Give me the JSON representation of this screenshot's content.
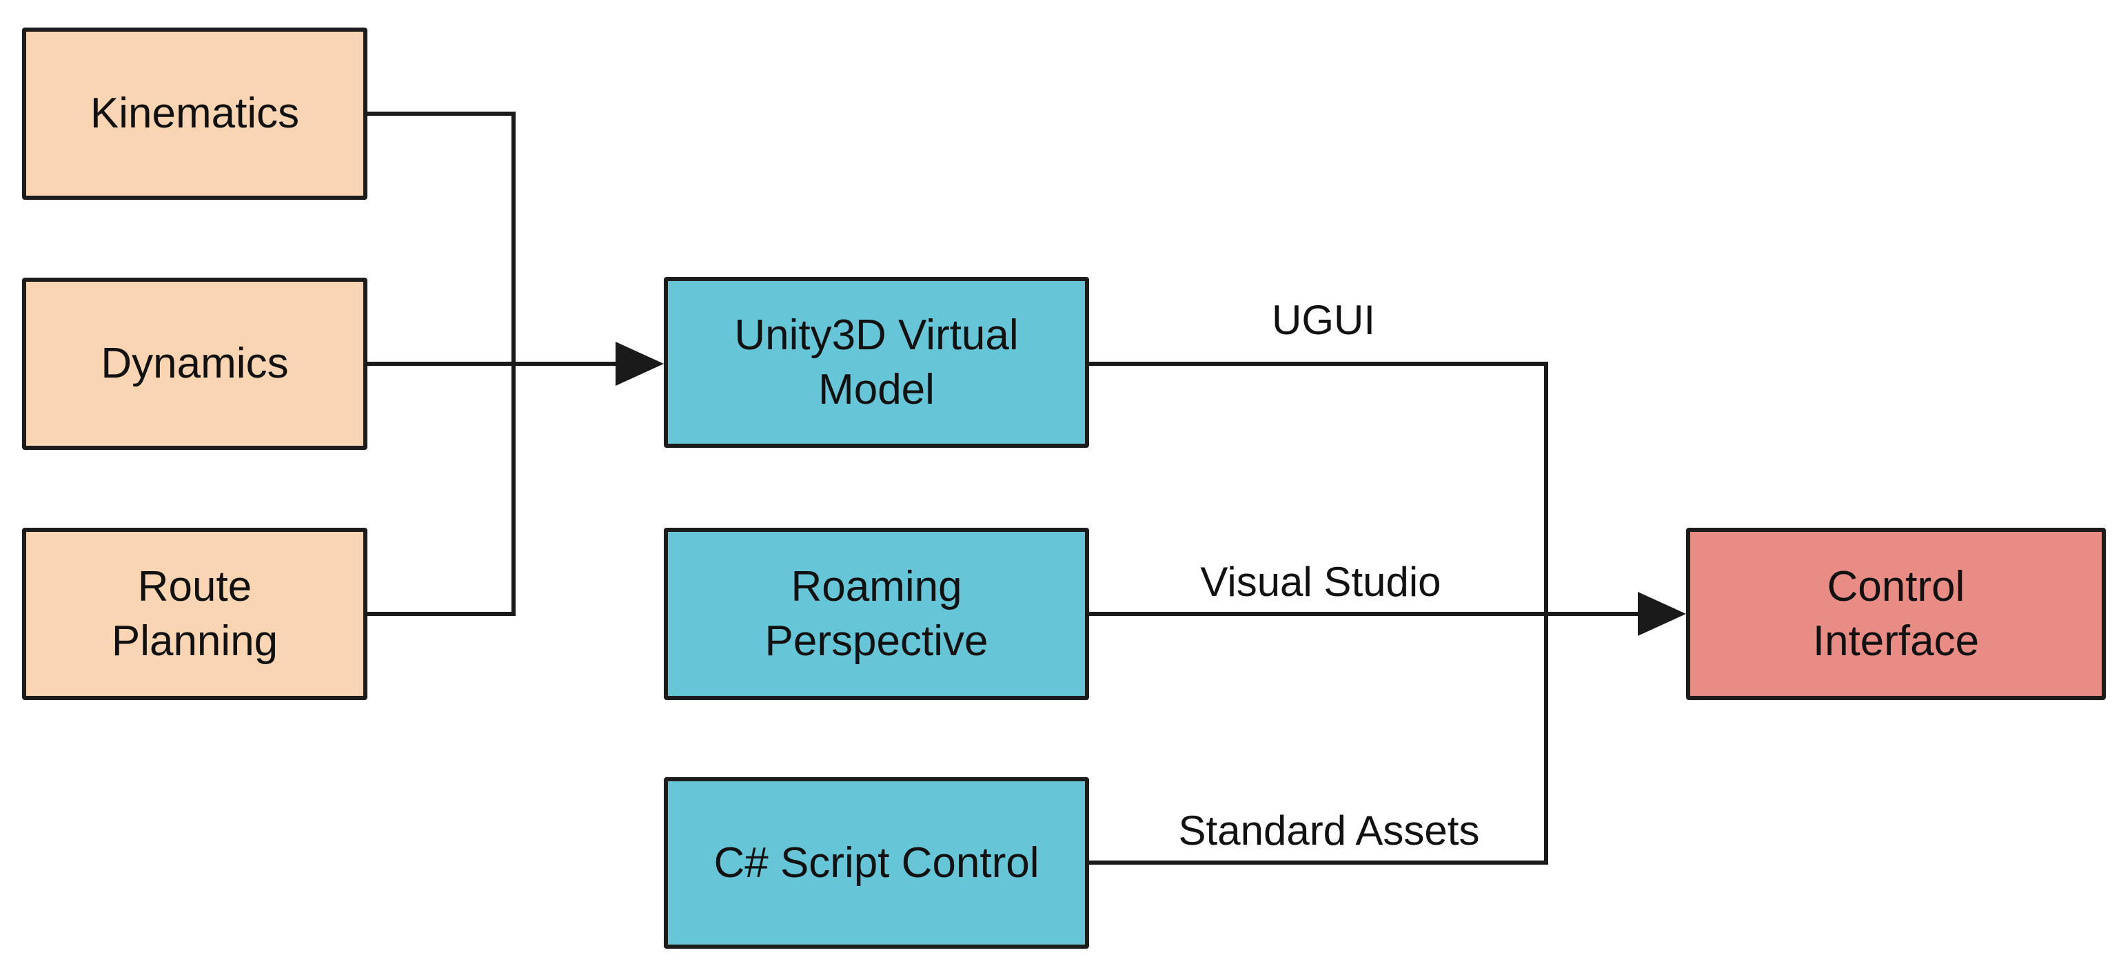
{
  "diagram": {
    "type": "flowchart",
    "colors": {
      "input_fill": "#FAD5B4",
      "engine_fill": "#66C5D6",
      "output_fill": "#E98C86",
      "line": "#1A1A1A",
      "text": "#111111",
      "background": "#FFFFFF"
    },
    "nodes": [
      {
        "id": "kinematics",
        "label": "Kinematics",
        "group": "input"
      },
      {
        "id": "dynamics",
        "label": "Dynamics",
        "group": "input"
      },
      {
        "id": "route-planning",
        "label": "Route Planning",
        "group": "input"
      },
      {
        "id": "unity3d-virtual-model",
        "label": "Unity3D Virtual Model",
        "group": "engine"
      },
      {
        "id": "roaming-perspective",
        "label": "Roaming Perspective",
        "group": "engine"
      },
      {
        "id": "csharp-script-control",
        "label": "C# Script Control",
        "group": "engine"
      },
      {
        "id": "control-interface",
        "label": "Control Interface",
        "group": "output"
      }
    ],
    "edges": [
      {
        "from": "kinematics",
        "to": "unity3d-virtual-model",
        "label": ""
      },
      {
        "from": "dynamics",
        "to": "unity3d-virtual-model",
        "label": ""
      },
      {
        "from": "route-planning",
        "to": "unity3d-virtual-model",
        "label": ""
      },
      {
        "from": "unity3d-virtual-model",
        "to": "control-interface",
        "label": "UGUI"
      },
      {
        "from": "roaming-perspective",
        "to": "control-interface",
        "label": "Visual Studio"
      },
      {
        "from": "csharp-script-control",
        "to": "control-interface",
        "label": "Standard Assets"
      }
    ]
  }
}
